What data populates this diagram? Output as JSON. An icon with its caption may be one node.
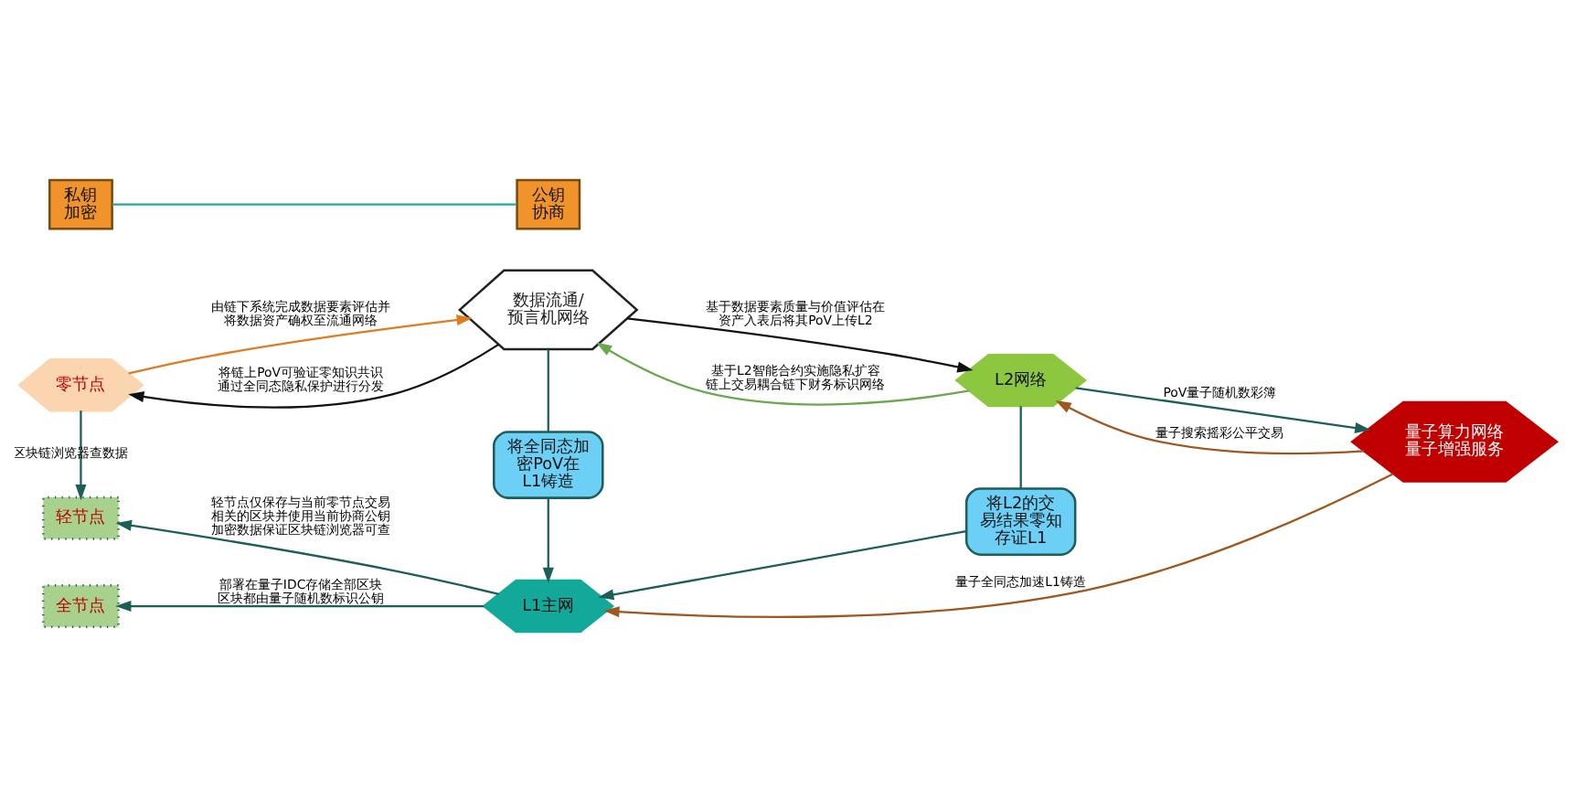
{
  "diagram": {
    "nodes": [
      {
        "text": [
          "零节点"
        ]
      },
      {
        "text": [
          "数据流通/预言机网络"
        ]
      },
      {
        "text": [
          "L2网络"
        ]
      },
      {
        "text": [
          "私钥加密"
        ]
      },
      {
        "text": [
          "公钥协商"
        ]
      },
      {
        "text": [
          "将全同态加密PoV在L1铸造"
        ]
      },
      {
        "text": [
          "将L2的交易结果零知存证L1"
        ]
      },
      {
        "text": [
          "轻节点"
        ]
      },
      {
        "text": [
          "全节点"
        ]
      },
      {
        "text": [
          "L1主网"
        ]
      },
      {
        "text": [
          "量子算力网络量子增强服务"
        ]
      }
    ],
    "edges": [
      {
        "from": 0,
        "to": 1,
        "arrow": "to",
        "label": "由链下系统完成数据要素评估并将数据资产确权至流通网络",
        "color": "#e07b20"
      },
      {
        "from": 1,
        "to": 0,
        "arrow": "to",
        "label": "将链上PoV可验证零知识共识通过全同态隐私保护进行分发"
      },
      {
        "from": 1,
        "to": 2,
        "arrow": "to",
        "label": "基于数据要素质量与价值评估在资产入表后将其PoV上传L2"
      },
      {
        "from": 2,
        "to": 1,
        "arrow": "to",
        "label": "基于L2智能合约实施隐私扩容链上交易耦合链下财务标识网络",
        "color": "#6aa84f"
      },
      {
        "from": 3,
        "to": 4,
        "arrow": "none",
        "color": "#1fa79a"
      },
      {
        "from": 0,
        "to": 7,
        "arrow": "to",
        "label": "区块链浏览器查数据",
        "color": "#1d5e57"
      },
      {
        "from": 1,
        "to": 5,
        "arrow": "none",
        "color": "#1d5e57"
      },
      {
        "from": 5,
        "to": 9,
        "arrow": "to",
        "color": "#1d5e57"
      },
      {
        "from": 2,
        "to": 6,
        "arrow": "none",
        "color": "#1d5e57"
      },
      {
        "from": 6,
        "to": 9,
        "arrow": "to",
        "color": "#1d5e57"
      },
      {
        "from": 9,
        "to": 7,
        "arrow": "to",
        "label": "轻节点仅保存与当前零节点交易相关的区块并使用当前协商公钥加密数据保证区块链浏览器可查",
        "color": "#1d5e57"
      },
      {
        "from": 9,
        "to": 8,
        "arrow": "to",
        "label": "部署在量子IDC存储全部区块区块都由量子随机数标识公钥",
        "color": "#1d5e57"
      },
      {
        "from": 2,
        "to": 10,
        "arrow": "to",
        "label": "PoV量子随机数彩簿",
        "color": "#1d5e57"
      },
      {
        "from": 10,
        "to": 2,
        "arrow": "to",
        "label": "量子搜索摇彩公平交易",
        "color": "#a0561c"
      },
      {
        "from": 10,
        "to": 9,
        "arrow": "to",
        "label": "量子全同态加速L1铸造",
        "color": "#a0561c"
      }
    ]
  }
}
